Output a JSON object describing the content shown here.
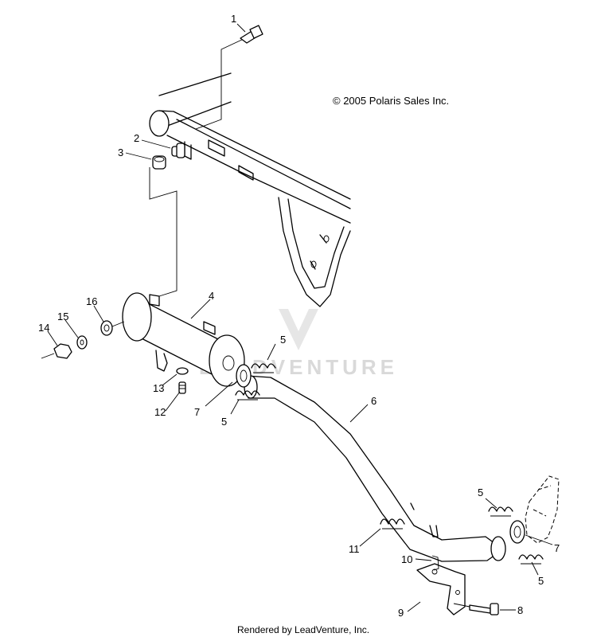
{
  "copyright": "© 2005 Polaris Sales Inc.",
  "footer": "Rendered by LeadVenture, Inc.",
  "watermark": "LEADVENTURE",
  "callouts": {
    "c1": "1",
    "c2": "2",
    "c3": "3",
    "c4": "4",
    "c5a": "5",
    "c5b": "5",
    "c5c": "5",
    "c5d": "5",
    "c6": "6",
    "c7a": "7",
    "c7b": "7",
    "c8": "8",
    "c9": "9",
    "c10": "10",
    "c11": "11",
    "c12": "12",
    "c13": "13",
    "c14": "14",
    "c15": "15",
    "c16": "16"
  }
}
